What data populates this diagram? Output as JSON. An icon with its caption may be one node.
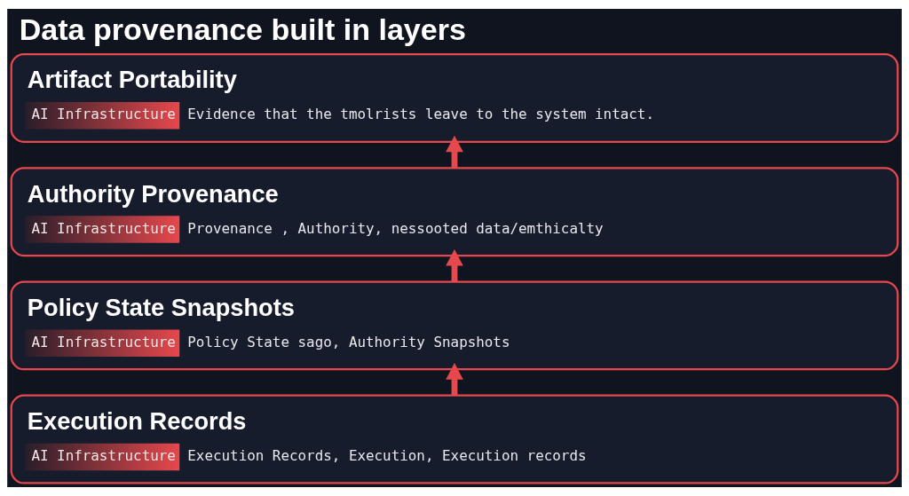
{
  "diagram": {
    "title": "Data provenance built in layers",
    "nodes": [
      {
        "text": [
          "Artifact Portability",
          "AI Infrastructure",
          "Evidence that the tmolrists leave to the system intact."
        ]
      },
      {
        "text": [
          "Authority Provenance",
          "AI Infrastructure",
          "Provenance , Authority, nessooted data/emthicalty"
        ]
      },
      {
        "text": [
          "Policy State Snapshots",
          "AI Infrastructure",
          "Policy State sago, Authority Snapshots"
        ]
      },
      {
        "text": [
          "Execution Records",
          "AI Infrastructure",
          "Execution Records, Execution, Execution records"
        ]
      }
    ],
    "edges": [
      {
        "from": 1,
        "to": 0,
        "arrow": "to"
      },
      {
        "from": 2,
        "to": 1,
        "arrow": "to"
      },
      {
        "from": 3,
        "to": 2,
        "arrow": "to"
      }
    ]
  }
}
